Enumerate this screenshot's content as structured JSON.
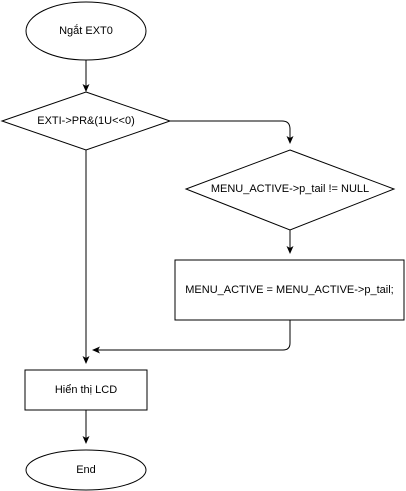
{
  "nodes": {
    "start": {
      "label": "Ngắt EXT0",
      "shape": "ellipse"
    },
    "check_pr": {
      "label": "EXTI->PR&(1U<<0)",
      "shape": "diamond"
    },
    "check_tail": {
      "label": "MENU_ACTIVE->p_tail != NULL",
      "shape": "diamond"
    },
    "assign": {
      "label": "MENU_ACTIVE = MENU_ACTIVE->p_tail;",
      "shape": "rectangle"
    },
    "display": {
      "label": "Hiển thị LCD",
      "shape": "rectangle"
    },
    "end": {
      "label": "End",
      "shape": "ellipse"
    }
  },
  "edges": [
    {
      "from": "start",
      "to": "check_pr"
    },
    {
      "from": "check_pr",
      "to": "check_tail"
    },
    {
      "from": "check_tail",
      "to": "assign"
    },
    {
      "from": "assign",
      "to": "display"
    },
    {
      "from": "check_pr",
      "to": "display"
    },
    {
      "from": "display",
      "to": "end"
    }
  ],
  "colors": {
    "stroke": "#000000",
    "fill": "#ffffff",
    "text": "#000000"
  }
}
